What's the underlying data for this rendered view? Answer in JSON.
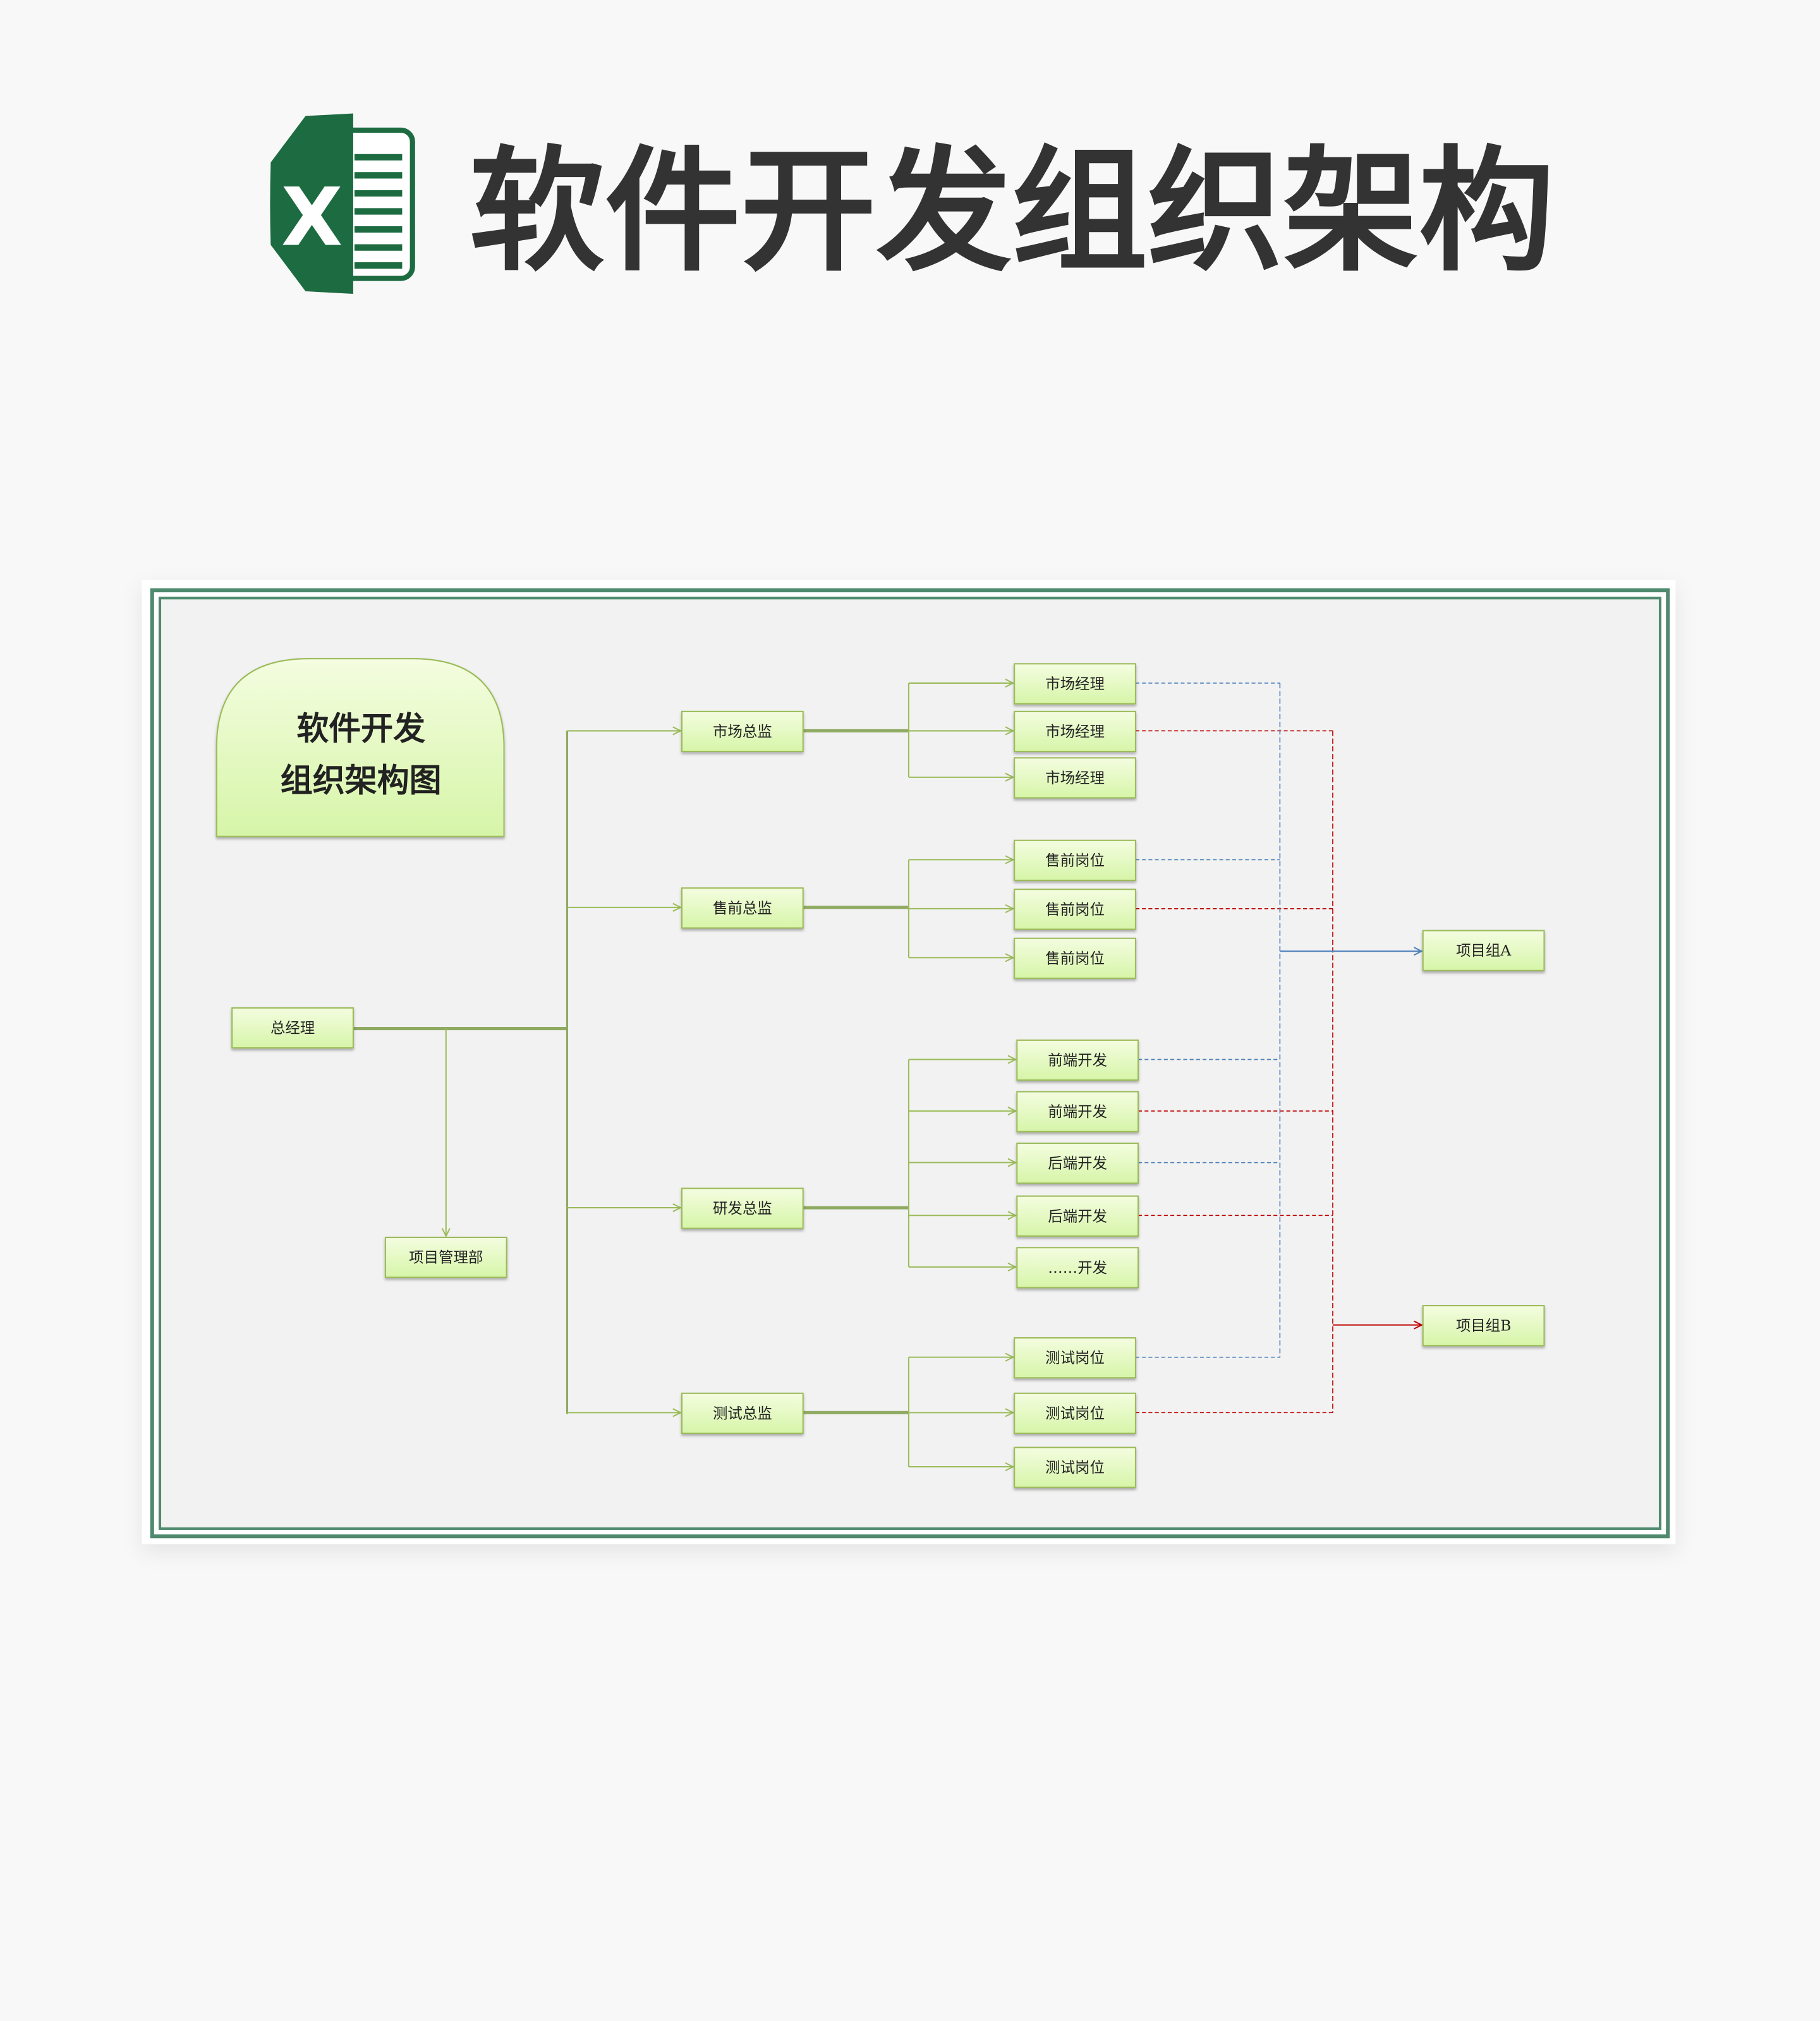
{
  "header": {
    "title": "软件开发组织架构",
    "icon": "excel-icon",
    "icon_letter": "X"
  },
  "colors": {
    "brand_green": "#1d6b41",
    "frame_green": "#4f8a6e",
    "node_border": "#9bbb59",
    "connector": "#9bbb59",
    "group_a_line": "#4f81bd",
    "group_b_line": "#c00000",
    "text": "#333333"
  },
  "diagram": {
    "title_lines": [
      "软件开发",
      "组织架构图"
    ],
    "ceo": "总经理",
    "pmo": "项目管理部",
    "departments": [
      {
        "head": "市场总监",
        "staff": [
          {
            "label": "市场经理",
            "group": "A"
          },
          {
            "label": "市场经理",
            "group": "B"
          },
          {
            "label": "市场经理",
            "group": ""
          }
        ]
      },
      {
        "head": "售前总监",
        "staff": [
          {
            "label": "售前岗位",
            "group": "A"
          },
          {
            "label": "售前岗位",
            "group": "B"
          },
          {
            "label": "售前岗位",
            "group": ""
          }
        ]
      },
      {
        "head": "研发总监",
        "staff": [
          {
            "label": "前端开发",
            "group": "A"
          },
          {
            "label": "前端开发",
            "group": "B"
          },
          {
            "label": "后端开发",
            "group": "A"
          },
          {
            "label": "后端开发",
            "group": "B"
          },
          {
            "label": "……开发",
            "group": ""
          }
        ]
      },
      {
        "head": "测试总监",
        "staff": [
          {
            "label": "测试岗位",
            "group": "A"
          },
          {
            "label": "测试岗位",
            "group": "B"
          },
          {
            "label": "测试岗位",
            "group": ""
          }
        ]
      }
    ],
    "groups": {
      "A": "项目组A",
      "B": "项目组B"
    }
  }
}
